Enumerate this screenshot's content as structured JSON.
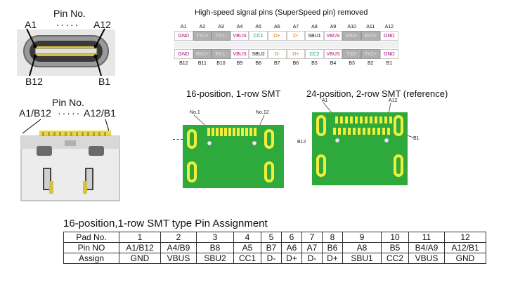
{
  "top_left": {
    "title": "Pin No.",
    "dots": "·····",
    "a1": "A1",
    "a12": "A12",
    "b12": "B12",
    "b1": "B1"
  },
  "bottom_left": {
    "title": "Pin No.",
    "left": "A1/B12",
    "dots": "·····",
    "right": "A12/B1"
  },
  "pin_chart": {
    "title": "High-speed signal pins (SuperSpeed pin) removed",
    "top_numbers": [
      "A1",
      "A2",
      "A3",
      "A4",
      "A5",
      "A6",
      "A7",
      "A8",
      "A9",
      "A10",
      "A11",
      "A12"
    ],
    "top_pins": [
      {
        "label": "GND",
        "color": "#a0007a",
        "removed": false
      },
      {
        "label": "TX1+",
        "color": "#e6e6e6",
        "removed": true
      },
      {
        "label": "TX1-",
        "color": "#e6e6e6",
        "removed": true
      },
      {
        "label": "VBUS",
        "color": "#c0007a",
        "removed": false
      },
      {
        "label": "CC1",
        "color": "#009966",
        "removed": false
      },
      {
        "label": "D+",
        "color": "#e07000",
        "removed": false
      },
      {
        "label": "D-",
        "color": "#e07000",
        "removed": false
      },
      {
        "label": "SBU1",
        "color": "#111111",
        "removed": false
      },
      {
        "label": "VBUS",
        "color": "#c0007a",
        "removed": false
      },
      {
        "label": "RX2-",
        "color": "#e6e6e6",
        "removed": true
      },
      {
        "label": "RX2+",
        "color": "#e6e6e6",
        "removed": true
      },
      {
        "label": "GND",
        "color": "#a0007a",
        "removed": false
      }
    ],
    "bottom_pins": [
      {
        "label": "GND",
        "color": "#a0007a",
        "removed": false
      },
      {
        "label": "RX1+",
        "color": "#e6e6e6",
        "removed": true
      },
      {
        "label": "RX1-",
        "color": "#e6e6e6",
        "removed": true
      },
      {
        "label": "VBUS",
        "color": "#c0007a",
        "removed": false
      },
      {
        "label": "SBU2",
        "color": "#111111",
        "removed": false
      },
      {
        "label": "D-",
        "color": "#e07000",
        "removed": false
      },
      {
        "label": "D+",
        "color": "#e07000",
        "removed": false
      },
      {
        "label": "CC2",
        "color": "#009966",
        "removed": false
      },
      {
        "label": "VBUS",
        "color": "#c0007a",
        "removed": false
      },
      {
        "label": "TX2-",
        "color": "#e6e6e6",
        "removed": true
      },
      {
        "label": "TX2+",
        "color": "#e6e6e6",
        "removed": true
      },
      {
        "label": "GND",
        "color": "#a0007a",
        "removed": false
      }
    ],
    "bottom_numbers": [
      "B12",
      "B11",
      "B10",
      "B9",
      "B8",
      "B7",
      "B6",
      "B5",
      "B4",
      "B3",
      "B2",
      "B1"
    ]
  },
  "smt16": {
    "title": "16-position, 1-row SMT",
    "no1": "No.1",
    "no12": "No.12"
  },
  "smt24": {
    "title": "24-position, 2-row SMT (reference)",
    "a1": "A1",
    "a12": "A12",
    "b12": "B12",
    "b1": "B1"
  },
  "assignment": {
    "title": "16-position,1-row SMT type Pin Assignment",
    "rows": [
      [
        "Pad No.",
        "1",
        "2",
        "3",
        "4",
        "5",
        "6",
        "7",
        "8",
        "9",
        "10",
        "11",
        "12"
      ],
      [
        "Pin NO",
        "A1/B12",
        "A4/B9",
        "B8",
        "A5",
        "B7",
        "A6",
        "A7",
        "B6",
        "A8",
        "B5",
        "B4/A9",
        "A12/B1"
      ],
      [
        "Assign",
        "GND",
        "VBUS",
        "SBU2",
        "CC1",
        "D-",
        "D+",
        "D-",
        "D+",
        "SBU1",
        "CC2",
        "VBUS",
        "GND"
      ]
    ]
  },
  "colors": {
    "pcb_green": "#2eaa3c",
    "pad_yellow": "#f2ee3a",
    "removed_gray": "#b0b0b0"
  }
}
